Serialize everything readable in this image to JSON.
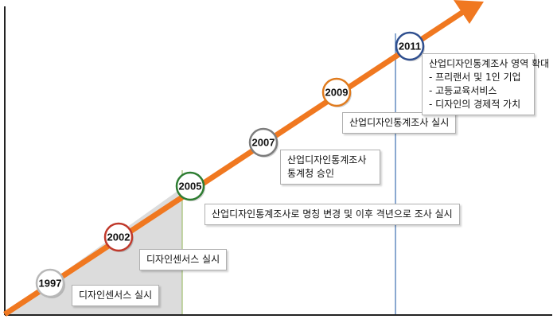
{
  "timeline": {
    "milestones": [
      {
        "year": "1997",
        "ring": "#b8b8b8",
        "description": [
          "디자인센서스 실시"
        ]
      },
      {
        "year": "2002",
        "ring": "#c0392b",
        "description": [
          "디자인센서스 실시"
        ]
      },
      {
        "year": "2005",
        "ring": "#2e7d32",
        "description": [
          "산업디자인통계조사로 명칭 변경 및 이후 격년으로 조사 실시"
        ]
      },
      {
        "year": "2007",
        "ring": "#7d7d7d",
        "description": [
          "산업디자인통계조사",
          "통계청 승인"
        ]
      },
      {
        "year": "2009",
        "ring": "#e07b1e",
        "description": [
          "산업디자인통계조사 실시"
        ]
      },
      {
        "year": "2011",
        "ring": "#2f4f8f",
        "description": [
          "산업디자인통계조사 영역 확대",
          "- 프리랜서 및 1인 기업",
          "- 고등교육서비스",
          "- 디자인의 경제적 가치"
        ]
      }
    ]
  },
  "colors": {
    "arrow": "#f07820",
    "shaded_area": "#dcdcdc",
    "axis": "#222222",
    "marker_2005_line": "#9fbf6f",
    "marker_2011_line": "#3d6fb0"
  }
}
